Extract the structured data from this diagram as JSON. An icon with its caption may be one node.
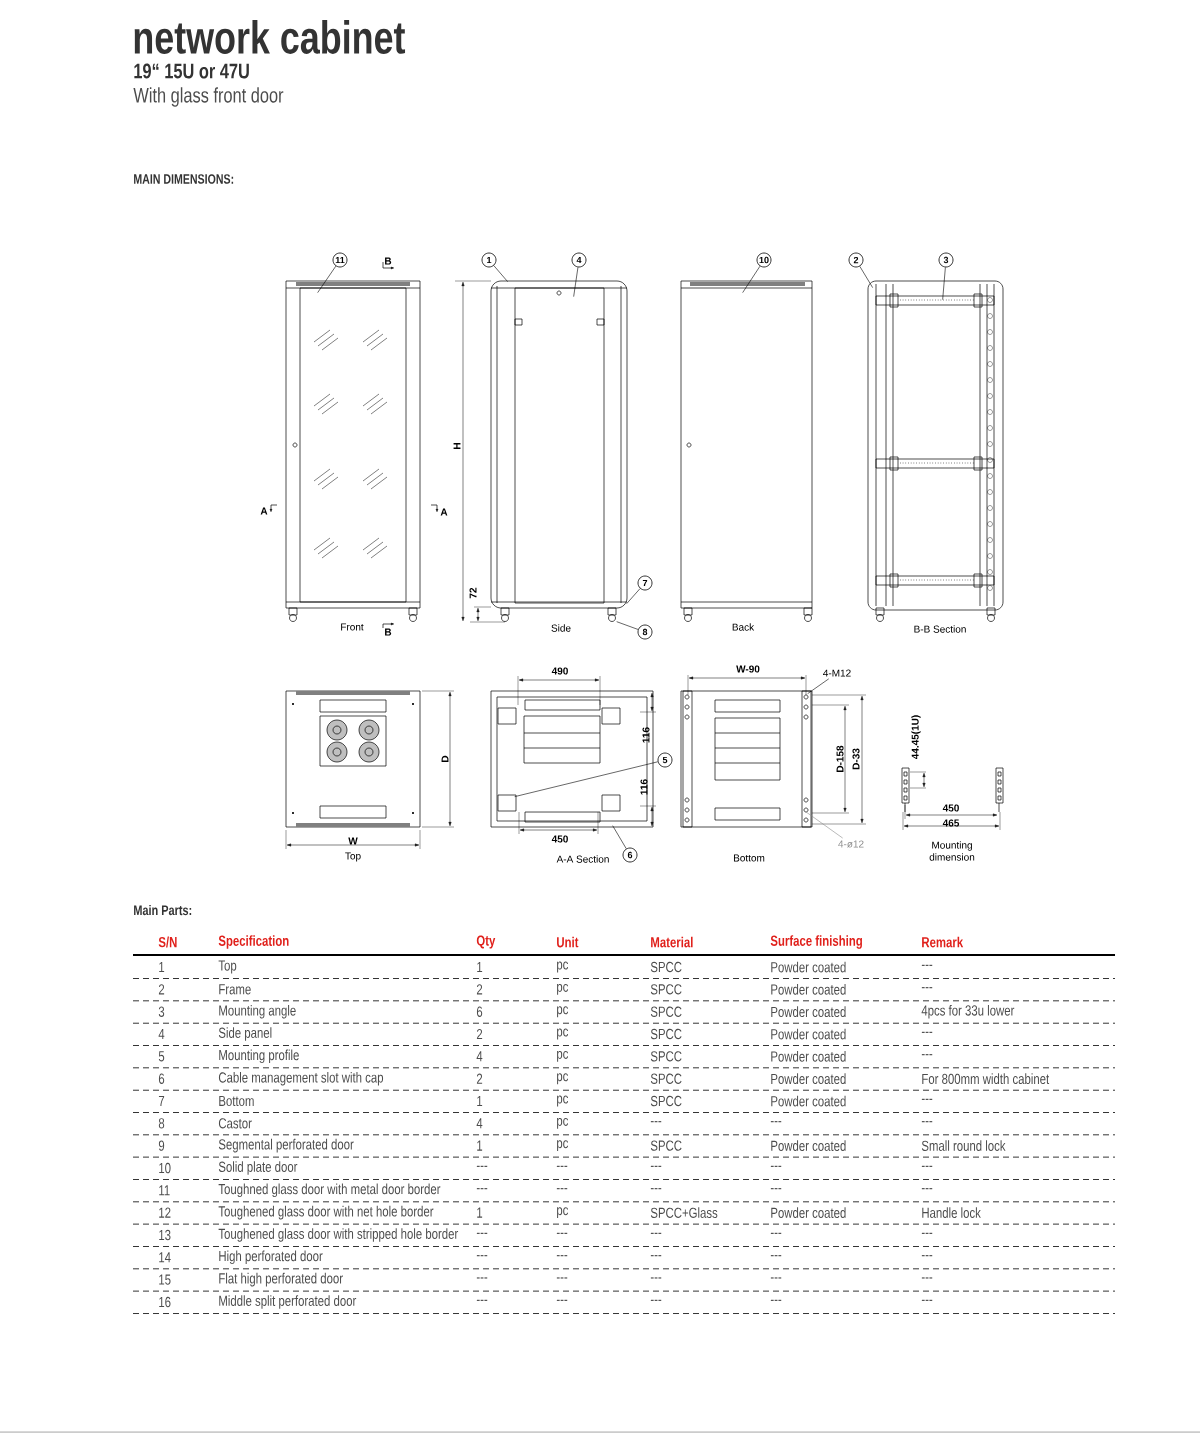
{
  "diagram": {
    "title": "network cabinet",
    "nodes": [
      {
        "text": [
          "11"
        ]
      },
      {
        "text": [
          "1"
        ]
      },
      {
        "text": [
          "4"
        ]
      },
      {
        "text": [
          "7"
        ]
      },
      {
        "text": [
          "8"
        ]
      },
      {
        "text": [
          "10"
        ]
      },
      {
        "text": [
          "2"
        ]
      },
      {
        "text": [
          "3"
        ]
      },
      {
        "text": [
          "5"
        ]
      },
      {
        "text": [
          "6"
        ]
      },
      {
        "text": [
          "4-M12"
        ]
      },
      {
        "text": [
          "4-ø12"
        ]
      },
      {
        "text": [],
        "shape": "picture"
      },
      {
        "text": [],
        "shape": "picture"
      },
      {
        "text": [],
        "shape": "picture"
      },
      {
        "text": [],
        "shape": "picture"
      },
      {
        "text": [],
        "shape": "picture"
      },
      {
        "text": [],
        "shape": "picture"
      },
      {
        "text": [],
        "shape": "picture"
      },
      {
        "text": [],
        "shape": "picture"
      }
    ],
    "edges": [
      {
        "from": 0,
        "to": 12,
        "arrow": "none"
      },
      {
        "from": 1,
        "to": 13,
        "arrow": "none"
      },
      {
        "from": 2,
        "to": 13,
        "arrow": "none"
      },
      {
        "from": 3,
        "to": 13,
        "arrow": "none"
      },
      {
        "from": 4,
        "to": 13,
        "arrow": "none"
      },
      {
        "from": 5,
        "to": 14,
        "arrow": "none"
      },
      {
        "from": 6,
        "to": 15,
        "arrow": "none"
      },
      {
        "from": 7,
        "to": 15,
        "arrow": "none"
      },
      {
        "from": 8,
        "to": 17,
        "arrow": "none"
      },
      {
        "from": 9,
        "to": 17,
        "arrow": "none"
      },
      {
        "from": 10,
        "to": 18,
        "arrow": "none"
      },
      {
        "from": 11,
        "to": 18,
        "arrow": "none",
        "color": "#8c8c8c"
      }
    ],
    "labels": [
      "19“ 15U or 47U",
      "With glass front door",
      "MAIN DIMENSIONS:",
      "B",
      "A",
      "A",
      "H",
      "72",
      "Front",
      "B",
      "Side",
      "Back",
      "B-B Section",
      "490",
      "W-90",
      "44.45(1U)",
      "116",
      "116",
      "D",
      "D-158",
      "D-33",
      "450",
      "450",
      "465",
      "W",
      "Top",
      "A-A Section",
      "Bottom",
      "Mounting dimension",
      "Main Parts:",
      "S/N",
      "Specification",
      "Qty",
      "Unit",
      "Material",
      "Surface finishing",
      "Remark",
      "1",
      "Top",
      "1",
      "pc",
      "SPCC",
      "Powder coated",
      "---",
      "2",
      "Frame",
      "2",
      "pc",
      "SPCC",
      "Powder coated",
      "---",
      "3",
      "Mounting angle",
      "6",
      "pc",
      "SPCC",
      "Powder coated",
      "4pcs for 33u lower",
      "4",
      "Side panel",
      "2",
      "pc",
      "SPCC",
      "Powder coated",
      "---",
      "5",
      "Mounting profile",
      "4",
      "pc",
      "SPCC",
      "Powder coated",
      "---",
      "6",
      "Cable management slot with cap",
      "2",
      "pc",
      "SPCC",
      "Powder coated",
      "For 800mm width cabinet",
      "7",
      "Bottom",
      "1",
      "pc",
      "SPCC",
      "Powder coated",
      "---",
      "8",
      "Castor",
      "4",
      "pc",
      "---",
      "---",
      "---",
      "9",
      "Segmental perforated door",
      "1",
      "pc",
      "SPCC",
      "Powder coated",
      "Small round lock",
      "10",
      "Solid plate door",
      "---",
      "---",
      "---",
      "---",
      "---",
      "11",
      "Toughned glass door with metal door border",
      "---",
      "---",
      "---",
      "---",
      "---",
      "12",
      "Toughened glass door with net hole border",
      "1",
      "pc",
      "SPCC+Glass",
      "Powder coated",
      "Handle lock",
      "13",
      "Toughened glass door with stripped hole border",
      "---",
      "---",
      "---",
      "---",
      "---",
      "14",
      "High perforated door",
      "---",
      "---",
      "---",
      "---",
      "---",
      "15",
      "Flat high perforated door",
      "---",
      "---",
      "---",
      "---",
      "---",
      "16",
      "Middle split perforated door",
      "---",
      "---",
      "---",
      "---",
      "---"
    ]
  }
}
